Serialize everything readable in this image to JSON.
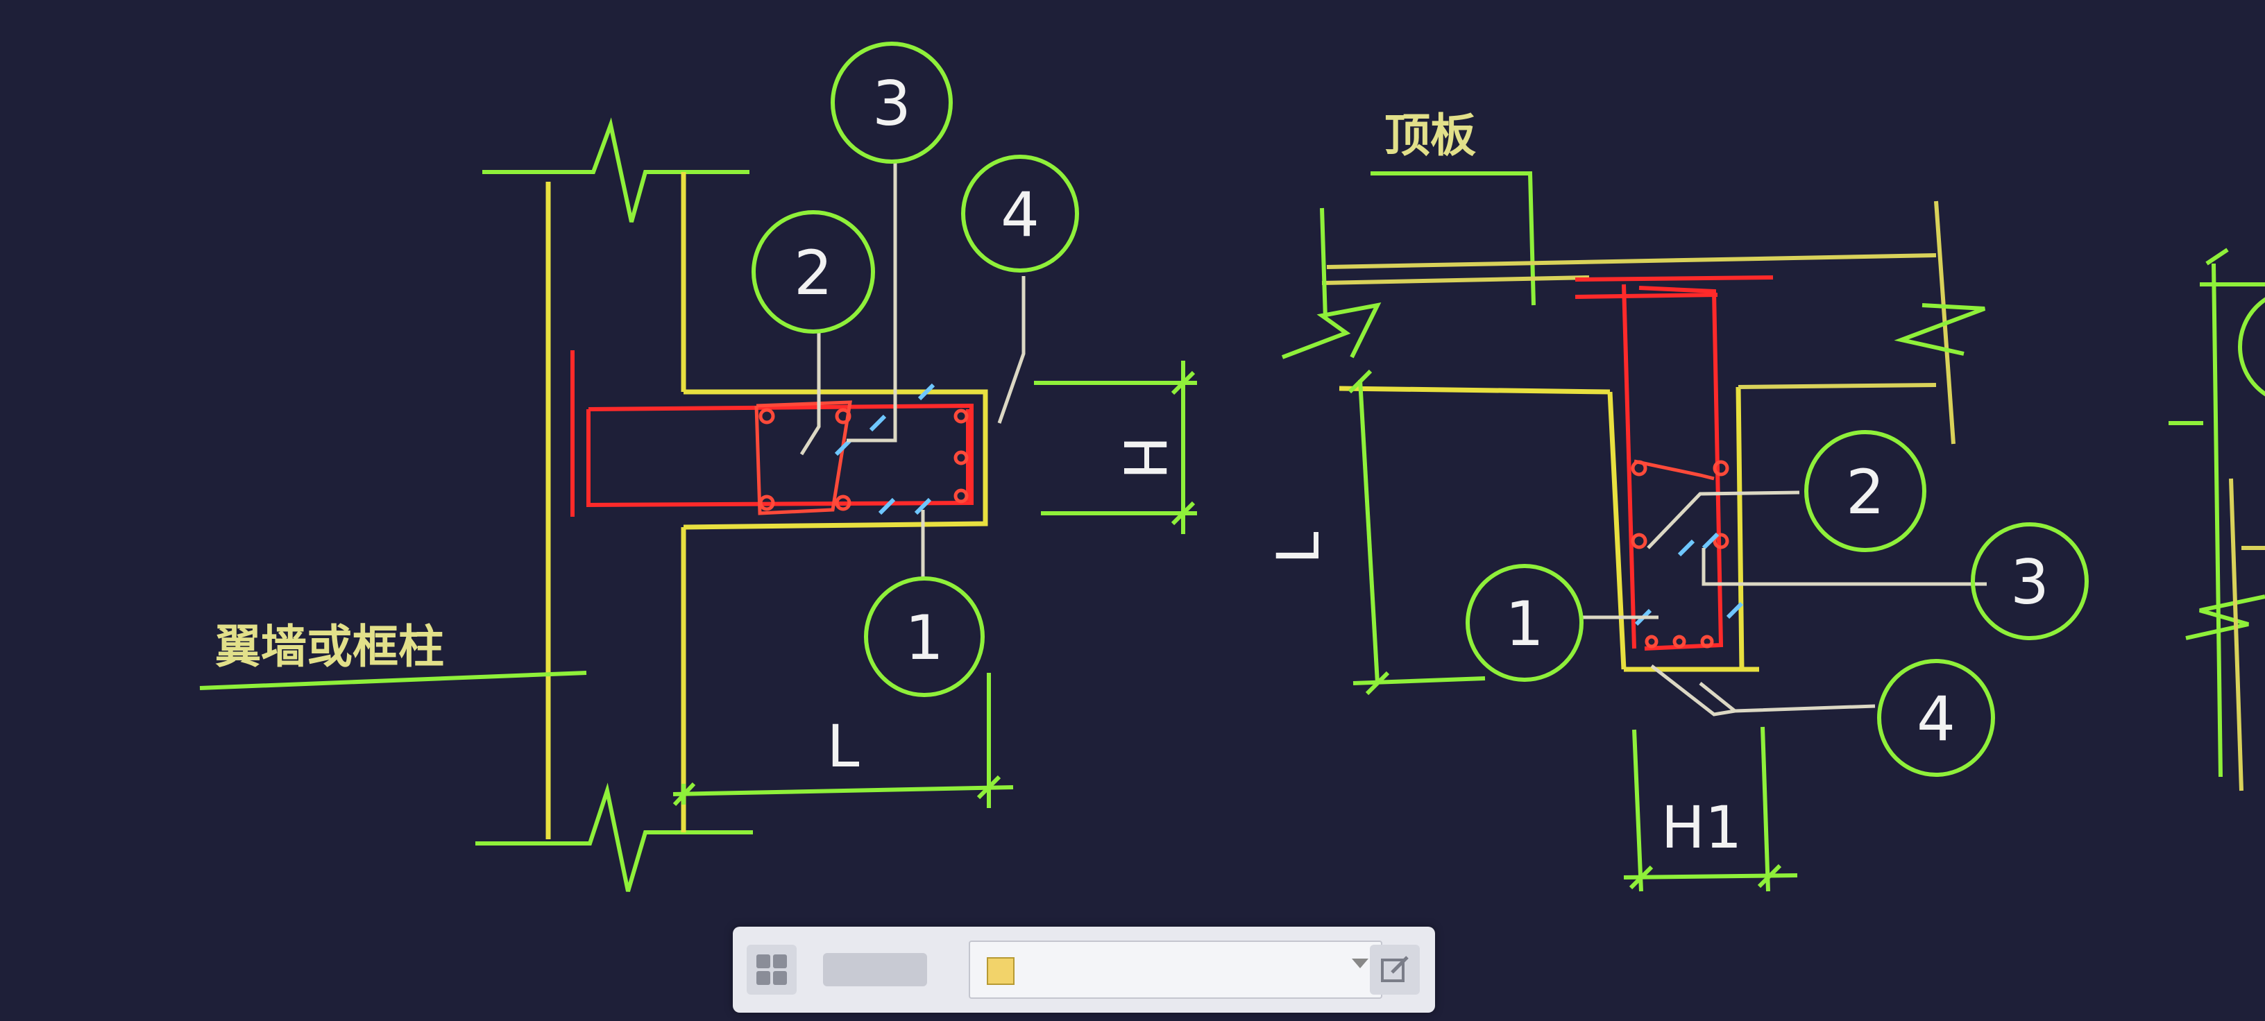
{
  "drawing": {
    "left_detail": {
      "label_wall": "翼墙或框柱",
      "dim_height": "H",
      "dim_length": "L",
      "bubbles": [
        "1",
        "2",
        "3",
        "4"
      ]
    },
    "right_detail": {
      "label_slab": "顶板",
      "dim_height": "H1",
      "dim_length": "L",
      "bubbles": [
        "1",
        "2",
        "3",
        "4"
      ]
    }
  },
  "toolbar": {
    "layer_value": "",
    "swatch_color": "#f2d36a"
  },
  "colors": {
    "background": "#1e1f38",
    "wall": "#e8e040",
    "dimension": "#8ff03a",
    "rebar": "#ff2a2a",
    "leader": "#dcd8c4"
  }
}
